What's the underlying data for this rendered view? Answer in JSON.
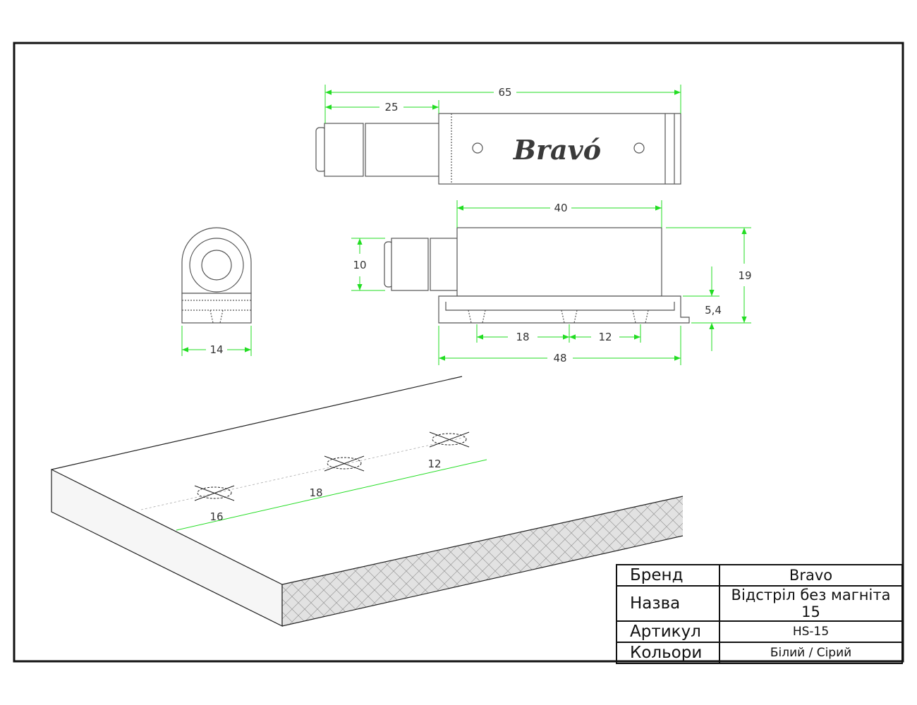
{
  "brand_logo": "Bravó",
  "colors": {
    "frame": "#111111",
    "outline": "#555555",
    "dimension": "#22dd22",
    "hatch_fill": "#e2e2e2"
  },
  "dimensions": {
    "top_total": "65",
    "top_plunger": "25",
    "side_body": "40",
    "side_height": "19",
    "side_plunger_height": "10",
    "side_base_height": "5,4",
    "side_hole_spacing_a": "18",
    "side_hole_spacing_b": "12",
    "side_total": "48",
    "end_width": "14"
  },
  "board_marks": {
    "first": "16",
    "second": "18",
    "third": "12"
  },
  "title_block": {
    "brand_label": "Бренд",
    "brand_value": "Bravo",
    "name_label": "Назва",
    "name_value": "Відстріл без магніта 15",
    "article_label": "Артикул",
    "article_value": "HS-15",
    "colors_label": "Кольори",
    "colors_value": "Білий / Сірий"
  }
}
